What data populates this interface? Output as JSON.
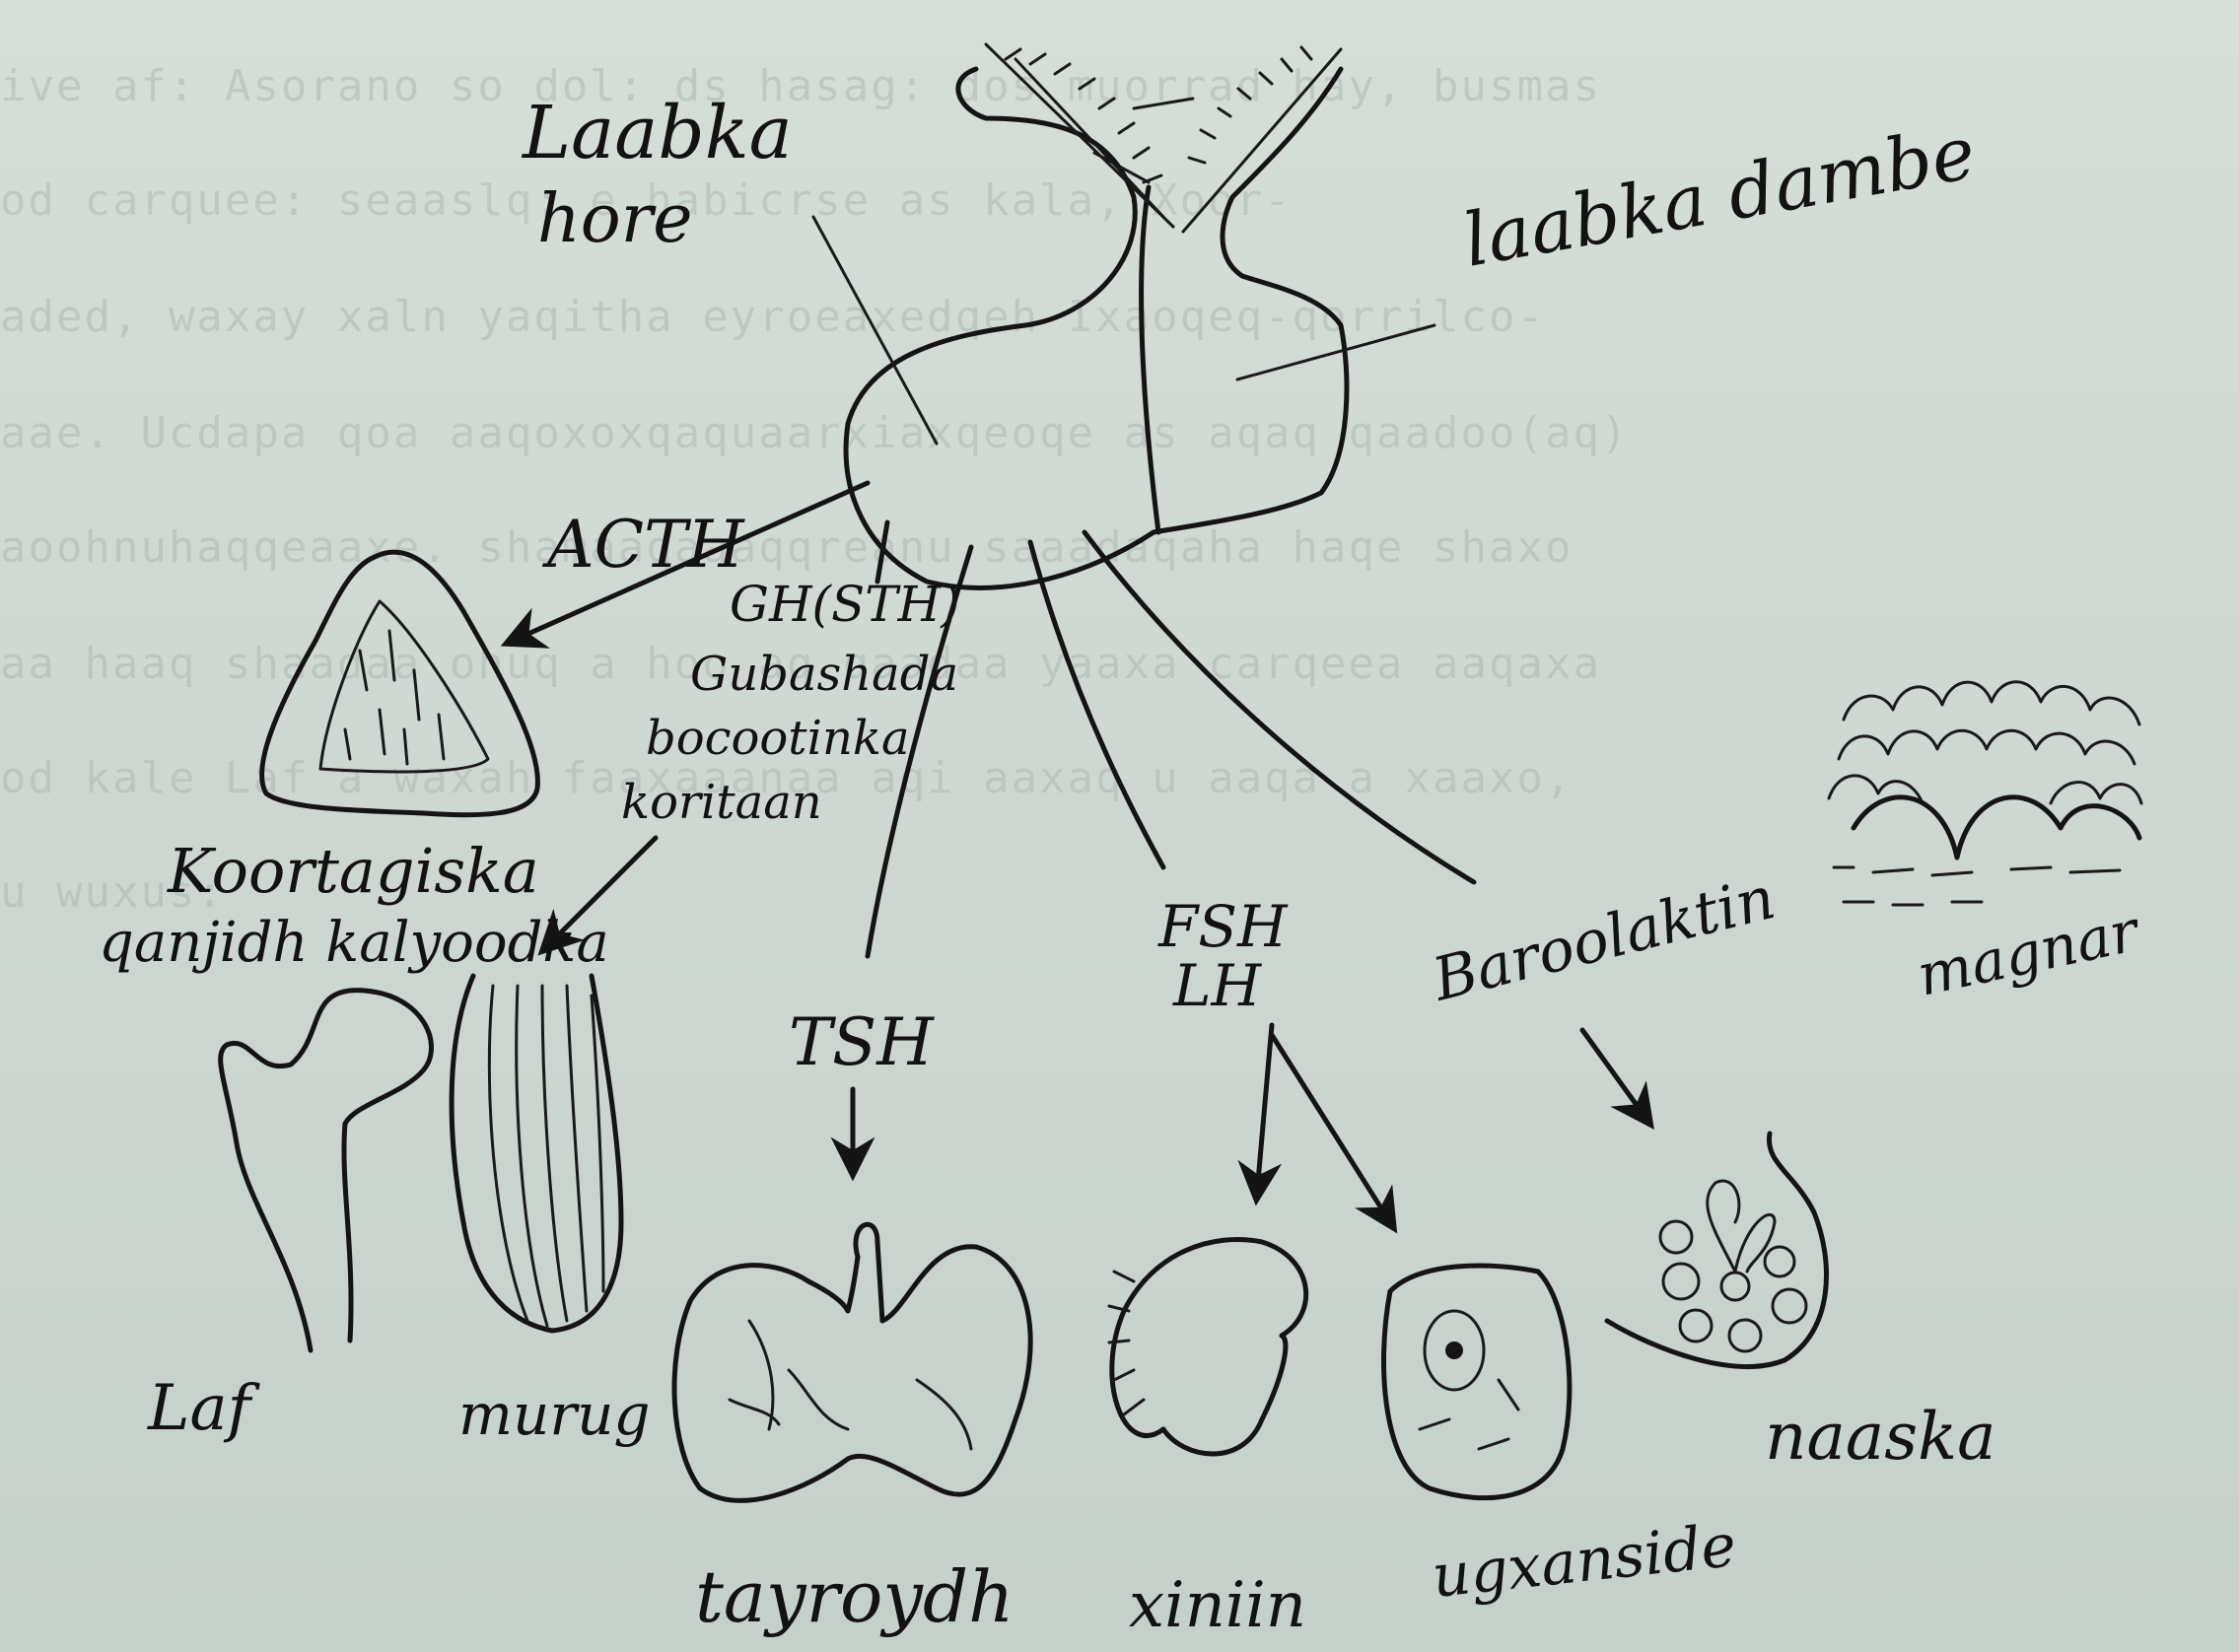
{
  "labels": {
    "anterior_pituitary": [
      "Laabka",
      "hore"
    ],
    "posterior_pituitary": "laabka dambe",
    "acth": "ACTH",
    "gh": [
      "GH(STH)",
      "Gubashada",
      "bocootinka",
      "koritaan"
    ],
    "tsh": "TSH",
    "fsh_lh": [
      "FSH",
      "LH"
    ],
    "prolactin": "Baroolaktin",
    "adrenal_cortex": [
      "Koortagiska",
      "qanjidh kalyoodka"
    ],
    "bone": "Laf",
    "muscle": "murug",
    "thyroid": "tayroydh",
    "testis": "xiniin",
    "ovary": "ugxanside",
    "mammary": "naaska",
    "skin": "magnar"
  },
  "background_text": [
    "ive af: Asorano so dol:    ds hasag: dos muorrad hay, busmas",
    "od carquee: seaaslq: e habicrse as    kala,  Xoor-",
    "aded, waxay xaln yaqitha  eyroeaxedqeh Ixaoqeq-qorrilco-",
    "aae. Ucdapa qoa aaqoxoxqaquaarxiaxqeoqe as aqaq qaadoo(aq)",
    "aoohnuhaqqeaaxe.   shamaaqaaaqqreanu  saaadaqaha  haqe shaxo",
    "aa haaq shaadaa ohuq a hoo aq  qaadaa yaaxa carqeea aaqaxa",
    "od kale Laf a waxah faaxaaanaa aqi aaxaq  u aaqa a xaaxo,",
    "u wuxus:"
  ],
  "colors": {
    "ink": "#141414",
    "paper": "#cfd8d2"
  }
}
